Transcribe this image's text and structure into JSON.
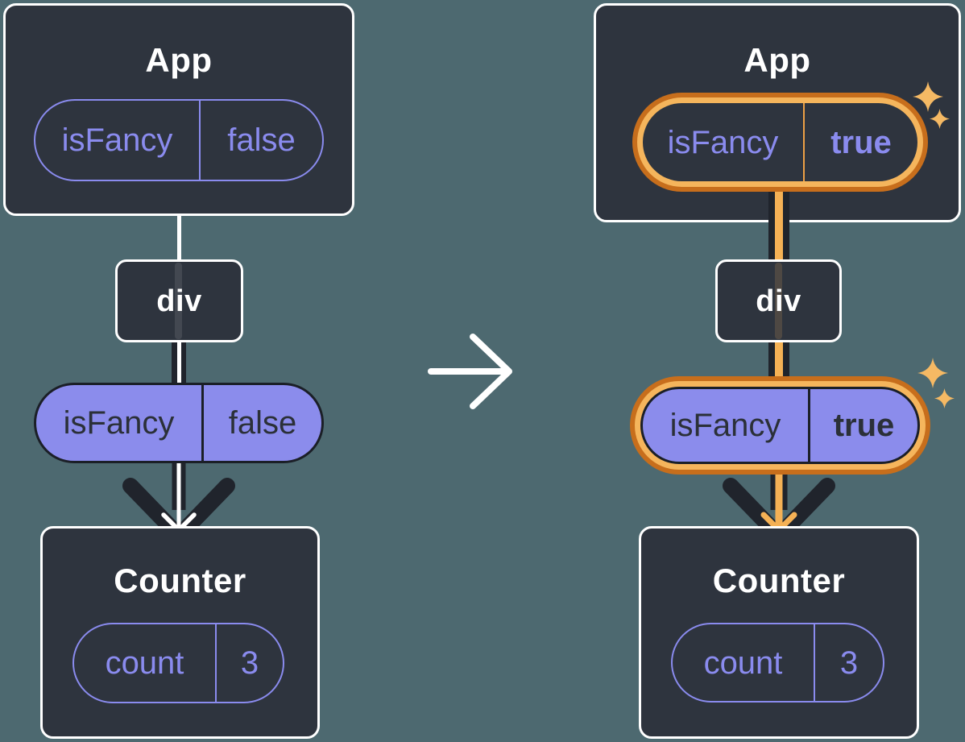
{
  "diagram": {
    "before": {
      "app": {
        "title": "App",
        "prop_name": "isFancy",
        "prop_value": "false"
      },
      "div_label": "div",
      "passed_prop": {
        "name": "isFancy",
        "value": "false"
      },
      "counter": {
        "title": "Counter",
        "state_name": "count",
        "state_value": "3"
      }
    },
    "after": {
      "app": {
        "title": "App",
        "prop_name": "isFancy",
        "prop_value": "true"
      },
      "div_label": "div",
      "passed_prop": {
        "name": "isFancy",
        "value": "true"
      },
      "counter": {
        "title": "Counter",
        "state_name": "count",
        "state_value": "3"
      }
    }
  },
  "icons": {
    "transition_arrow": "right-arrow-icon",
    "flow_arrow": "down-arrow-icon",
    "sparkle": "sparkle-icon"
  },
  "colors": {
    "background": "#4D6970",
    "card_bg": "#2E343E",
    "card_border": "#FFFFFF",
    "purple": "#8A8BEE",
    "pill_fill_purple": "#8B8CEC",
    "pill_text_dark": "#2B3038",
    "arrow_black": "#20242C",
    "highlight_orange_dark": "#C76E1C",
    "highlight_orange_light": "#F5B55C",
    "flow_core_orange": "#F5B155",
    "white": "#FFFFFF"
  }
}
